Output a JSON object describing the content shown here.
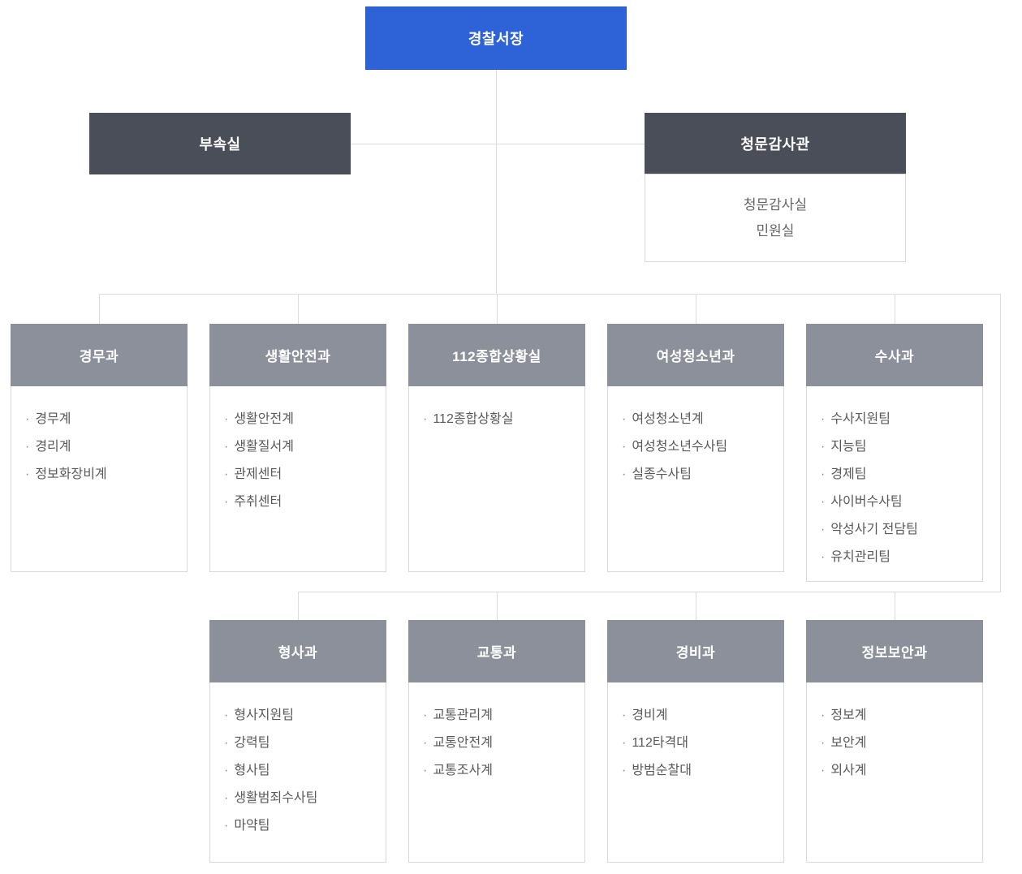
{
  "chief": {
    "label": "경찰서장"
  },
  "annex": {
    "label": "부속실"
  },
  "audit": {
    "label": "청문감사관",
    "items": [
      "청문감사실",
      "민원실"
    ]
  },
  "row1": [
    {
      "label": "경무과",
      "items": [
        "경무계",
        "경리계",
        "정보화장비계"
      ]
    },
    {
      "label": "생활안전과",
      "items": [
        "생활안전계",
        "생활질서계",
        "관제센터",
        "주취센터"
      ]
    },
    {
      "label": "112종합상황실",
      "items": [
        "112종합상황실"
      ]
    },
    {
      "label": "여성청소년과",
      "items": [
        "여성청소년계",
        "여성청소년수사팀",
        "실종수사팀"
      ]
    },
    {
      "label": "수사과",
      "items": [
        "수사지원팀",
        "지능팀",
        "경제팀",
        "사이버수사팀",
        "악성사기 전담팀",
        "유치관리팀"
      ]
    }
  ],
  "row2": [
    {
      "label": "형사과",
      "items": [
        "형사지원팀",
        "강력팀",
        "형사팀",
        "생활범죄수사팀",
        "마약팀"
      ]
    },
    {
      "label": "교통과",
      "items": [
        "교통관리계",
        "교통안전계",
        "교통조사계"
      ]
    },
    {
      "label": "경비과",
      "items": [
        "경비계",
        "112타격대",
        "방범순찰대"
      ]
    },
    {
      "label": "정보보안과",
      "items": [
        "정보계",
        "보안계",
        "외사계"
      ]
    }
  ],
  "bullet": "·",
  "colors": {
    "chief_bg": "#2d63d6",
    "secondary_bg": "#4a4e58",
    "dept_header_bg": "#8b909a",
    "line": "#dcdcdc",
    "border": "#d9d9d9",
    "list_text": "#595959"
  }
}
